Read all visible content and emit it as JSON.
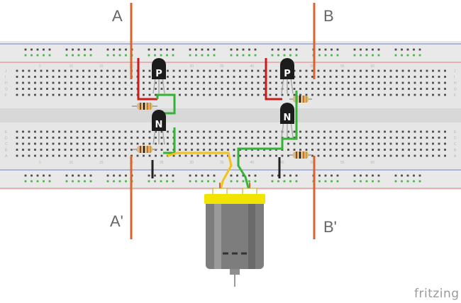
{
  "wire_labels": {
    "a": "A",
    "b": "B",
    "a_prime": "A'",
    "b_prime": "B'"
  },
  "transistors": [
    {
      "label": "P"
    },
    {
      "label": "N"
    },
    {
      "label": "P"
    },
    {
      "label": "N"
    }
  ],
  "brand": "fritzing",
  "breadboard": {
    "column_numbers_top": [
      "5",
      "10",
      "15",
      "20",
      "25",
      "30",
      "35",
      "40",
      "45",
      "50",
      "55",
      "60"
    ],
    "column_numbers_bottom": [
      "5",
      "10",
      "15",
      "20",
      "25",
      "30",
      "35",
      "40",
      "45",
      "50",
      "55",
      "60"
    ],
    "row_letters_left": [
      "J",
      "I",
      "H",
      "G",
      "F",
      "E",
      "D",
      "C",
      "B",
      "A"
    ],
    "row_letters_right": [
      "J",
      "I",
      "H",
      "G",
      "F",
      "E",
      "D",
      "C",
      "B",
      "A"
    ]
  },
  "colors": {
    "board": "#e4e4e4",
    "wire_red": "#cc1b1b",
    "wire_green": "#34b337",
    "wire_yellow": "#f0c21a",
    "wire_black": "#222222",
    "wire_orange": "#d9642b",
    "rail_red": "#e07a7a",
    "rail_blue": "#6b84c8",
    "motor_body": "#7d7d7d",
    "motor_cap": "#f2e300",
    "transistor": "#1c1c1c"
  }
}
